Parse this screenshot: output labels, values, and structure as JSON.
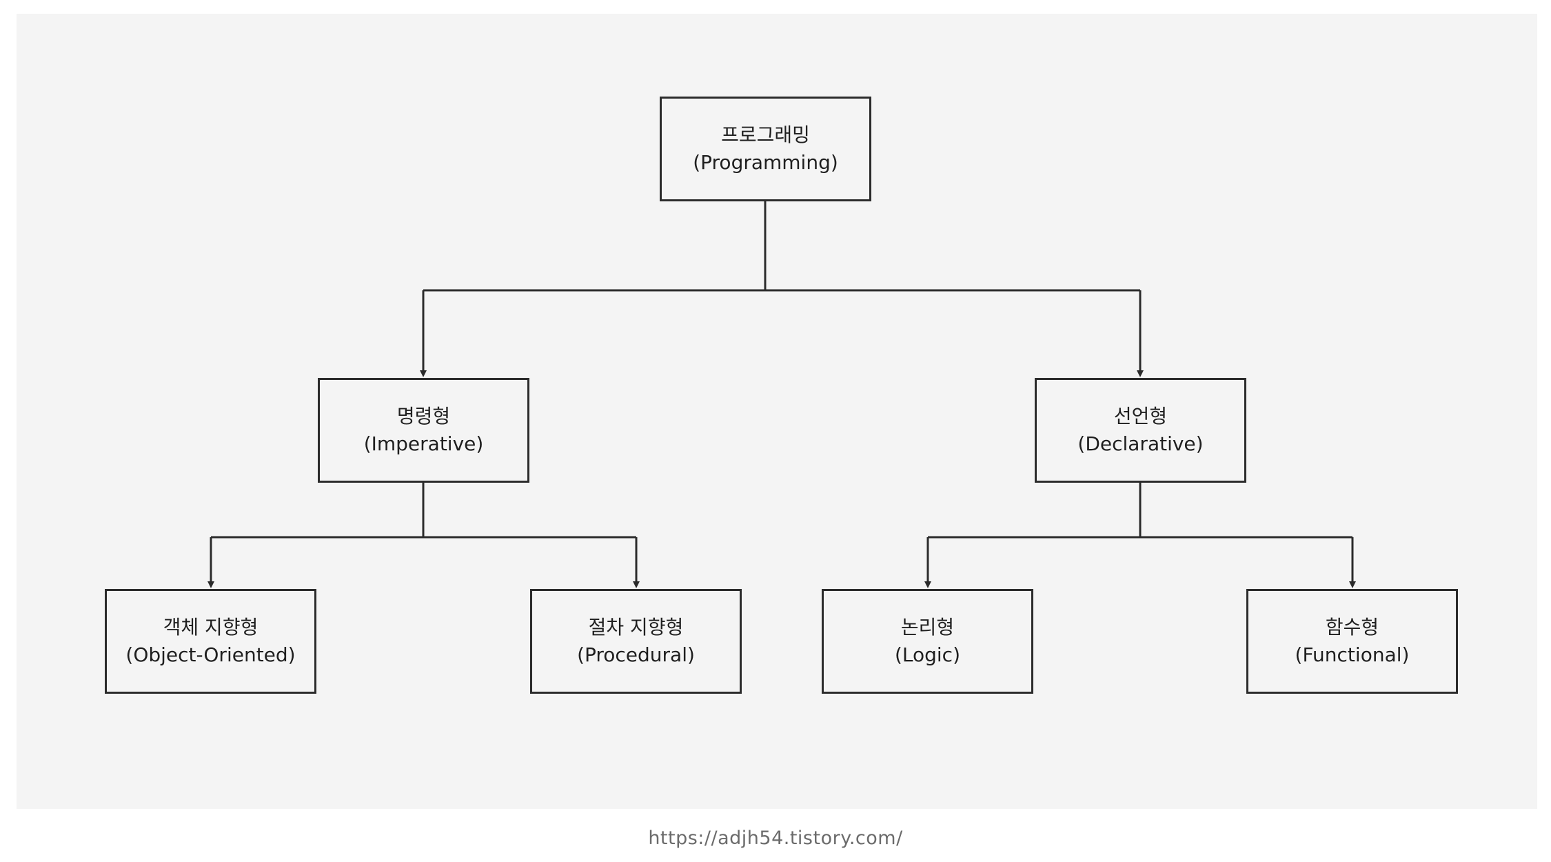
{
  "colors": {
    "panel_background": "#f4f4f4",
    "stroke": "#2b2b2b",
    "text": "#1f1f1f",
    "footer_text": "#6b6b6b"
  },
  "nodes": {
    "programming": {
      "line1": "프로그래밍",
      "line2": "(Programming)"
    },
    "imperative": {
      "line1": "명령형",
      "line2": "(Imperative)"
    },
    "declarative": {
      "line1": "선언형",
      "line2": "(Declarative)"
    },
    "object_oriented": {
      "line1": "객체 지향형",
      "line2": "(Object-Oriented)"
    },
    "procedural": {
      "line1": "절차 지향형",
      "line2": "(Procedural)"
    },
    "logic": {
      "line1": "논리형",
      "line2": "(Logic)"
    },
    "functional": {
      "line1": "함수형",
      "line2": "(Functional)"
    }
  },
  "footer": {
    "url": "https://adjh54.tistory.com/"
  }
}
